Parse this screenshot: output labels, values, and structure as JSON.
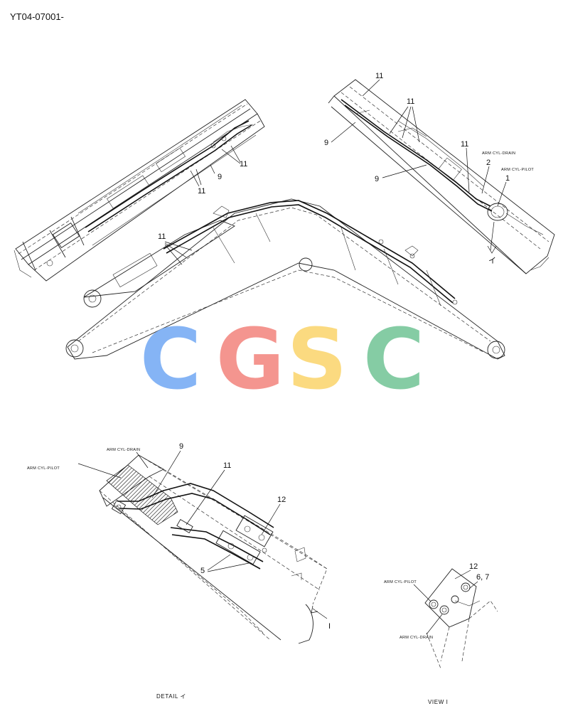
{
  "doc_code": "YT04-07001-",
  "watermark": {
    "letters": [
      "C",
      "G",
      "S",
      "C"
    ],
    "colors": [
      "#7fb1f5",
      "#f4908a",
      "#fbd97a",
      "#7fcaa0"
    ]
  },
  "callouts": {
    "upper_left": [
      "11",
      "9",
      "11"
    ],
    "upper_right": [
      "11",
      "11",
      "9",
      "9",
      "11",
      "2",
      "1"
    ],
    "center": [
      "11"
    ],
    "detail": [
      "9",
      "11",
      "12",
      "5"
    ],
    "view": [
      "12",
      "6, 7"
    ]
  },
  "labels": {
    "arm_cyl_drain": "ARM CYL-DRAIN",
    "arm_cyl_pilot": "ARM CYL-PILOT",
    "arrow_i": "I",
    "arrow_ro": "イ",
    "detail_caption": "DETAIL イ",
    "view_caption": "VIEW I"
  }
}
